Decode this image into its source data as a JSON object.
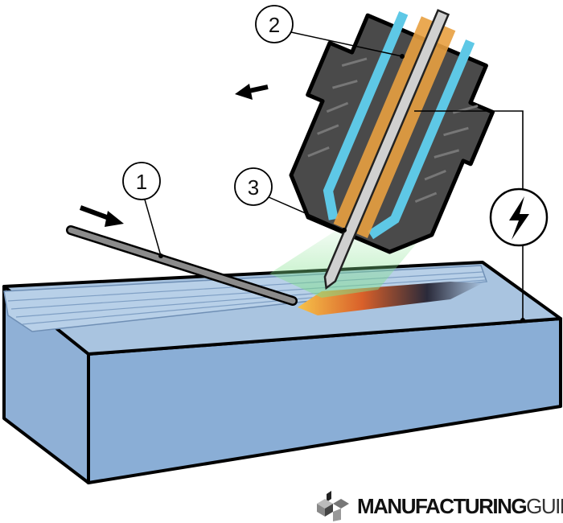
{
  "diagram": {
    "callouts": [
      {
        "id": "1",
        "label": "1"
      },
      {
        "id": "2",
        "label": "2"
      },
      {
        "id": "3",
        "label": "3"
      }
    ],
    "icons": [
      "arrow-left-icon",
      "arrow-feed-icon",
      "lightning-bolt-icon"
    ]
  },
  "logo": {
    "brand_bold": "MANUFACTURING",
    "brand_light": "GUIDE"
  },
  "colors": {
    "workpiece_top": "#a9c4e0",
    "workpiece_side": "#7fa3cc",
    "torch": "#555555",
    "gas": "#5ec8e6",
    "electrode": "#c9c9c9",
    "arc": "#f0a030"
  }
}
